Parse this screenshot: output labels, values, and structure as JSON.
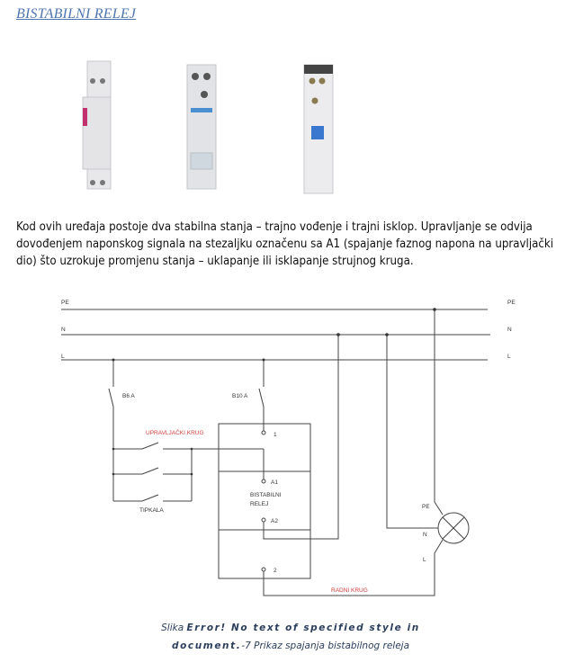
{
  "title": "BISTABILNI RELEJ",
  "paragraph": "Kod ovih uređaja postoje dva stabilna stanja – trajno vođenje i trajni isklop. Upravljanje se odvija dovođenjem naponskog signala na stezaljku označenu sa A1 (spajanje faznog napona na upravljački dio) što uzrokuje promjenu stanja – uklapanje ili isklapanje strujnog kruga.",
  "diagram": {
    "lines": {
      "pe": "PE",
      "n": "N",
      "l": "L"
    },
    "breaker1": "B6 A",
    "breaker2": "B10 A",
    "control_circuit": "UPRAVLJAČKI KRUG",
    "buttons": "TIPKALA",
    "relay_line1": "BISTABILNI",
    "relay_line2": "RELEJ",
    "terminals": {
      "t1": "1",
      "a1": "A1",
      "a2": "A2",
      "t2": "2"
    },
    "lamp": {
      "pe": "PE",
      "n": "N",
      "l": "L"
    },
    "work_circuit": "RADNI KRUG",
    "colors": {
      "label_red": "#d33b3b",
      "wire": "#444444"
    }
  },
  "caption": {
    "prefix": "Slika ",
    "error": "Error! No text of specified style in document.",
    "suffix": "-7 Prikaz spajanja bistabilnog releja"
  }
}
